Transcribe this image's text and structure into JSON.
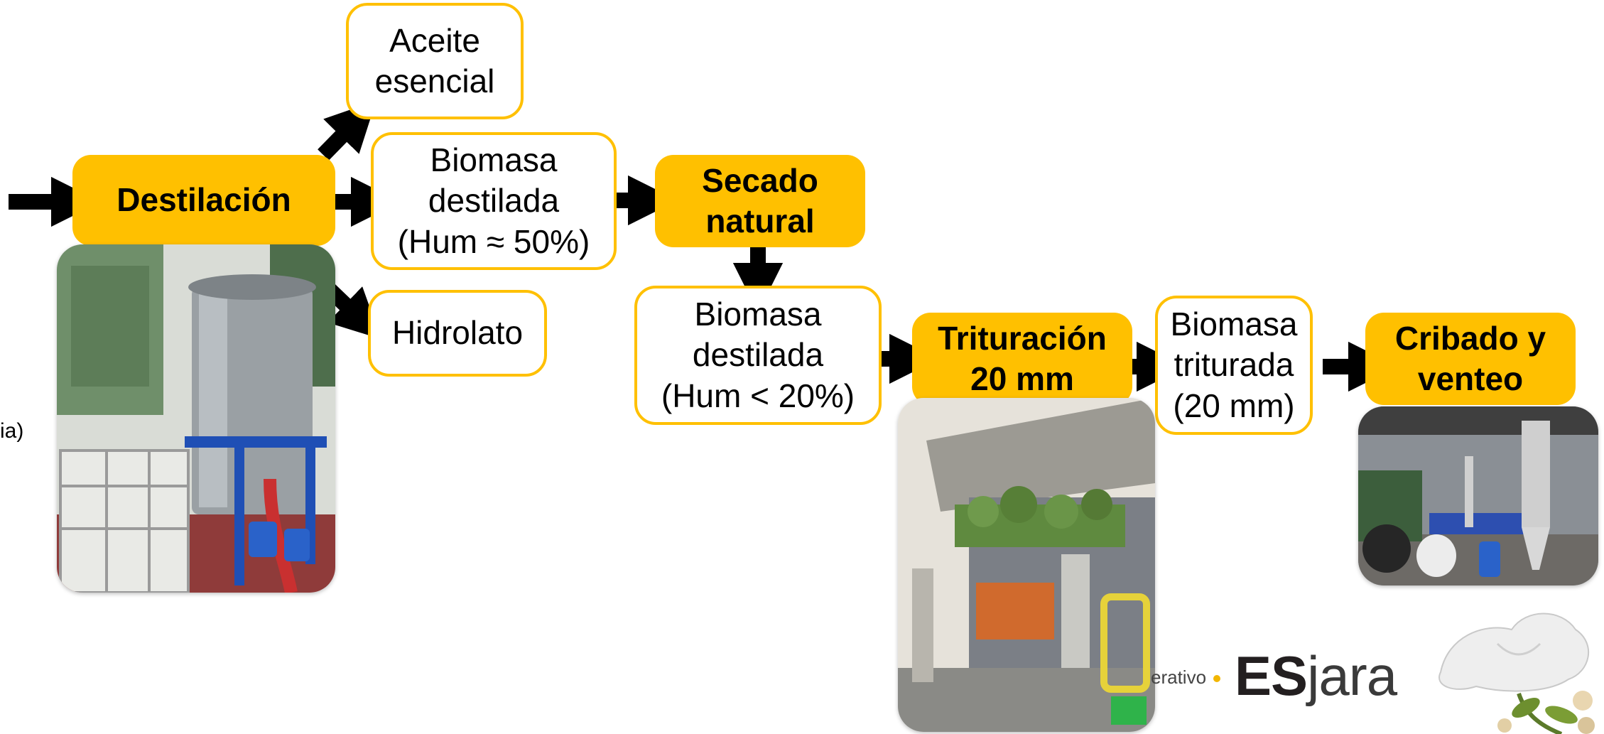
{
  "process": {
    "destilacion": "Destilación",
    "secado_line1": "Secado",
    "secado_line2": "natural",
    "trituracion_line1": "Trituración",
    "trituracion_line2": "20 mm",
    "cribado_line1": "Cribado y",
    "cribado_line2": "venteo"
  },
  "products": {
    "aceite_line1": "Aceite",
    "aceite_line2": "esencial",
    "biomasa50_line1": "Biomasa",
    "biomasa50_line2": "destilada",
    "biomasa50_line3": "(Hum ≈ 50%)",
    "hidrolato": "Hidrolato",
    "biomasa20_line1": "Biomasa",
    "biomasa20_line2": "destilada",
    "biomasa20_line3": "(Hum < 20%)",
    "triturada_line1": "Biomasa",
    "triturada_line2": "triturada",
    "triturada_line3": "(20 mm)"
  },
  "edge_text": "ia)",
  "logo": {
    "prefix": "erativo",
    "bold": "ES",
    "light": "jara"
  },
  "colors": {
    "process_fill": "#FFC000",
    "product_border": "#FFC000",
    "arrow": "#000000"
  }
}
